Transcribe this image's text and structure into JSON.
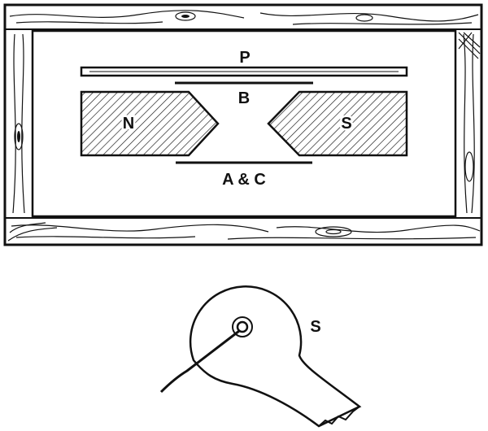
{
  "labels": {
    "plate": "P",
    "bar_b": "B",
    "pole_north": "N",
    "pole_south": "S",
    "bar_ac": "A & C",
    "disc": "S"
  },
  "colors": {
    "ink": "#111111",
    "paper": "#ffffff"
  }
}
